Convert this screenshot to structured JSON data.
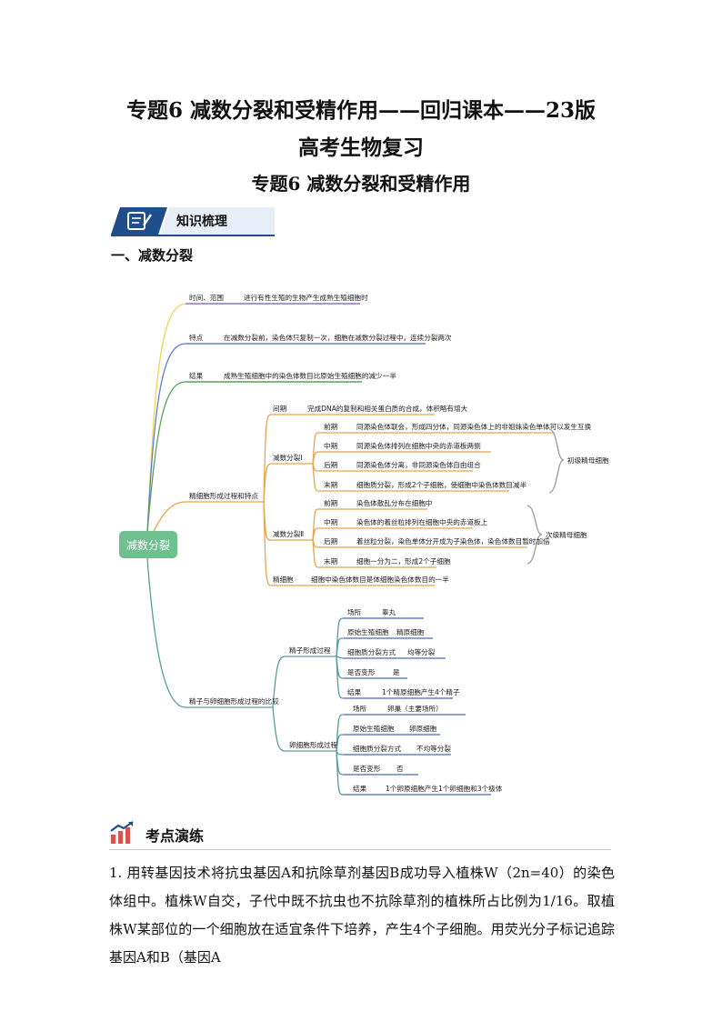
{
  "header": {
    "title_line1": "专题6 减数分裂和受精作用——回归课本——23版",
    "title_line2": "高考生物复习",
    "subtitle": "专题6 减数分裂和受精作用"
  },
  "banner": {
    "label": "知识梳理"
  },
  "section": {
    "heading": "一、减数分裂"
  },
  "mindmap": {
    "root": "减数分裂",
    "time_label": "时间、范围",
    "time_text": "进行有性生殖的生物产生成熟生殖细胞时",
    "feature_label": "特点",
    "feature_text": "在减数分裂前，染色体只复制一次，细胞在减数分裂过程中，连续分裂两次",
    "result_label": "结果",
    "result_text": "成熟生殖细胞中的染色体数目比原始生殖细胞的减少一半",
    "sperm_process_label": "精细胞形成过程和特点",
    "interphase_label": "间期",
    "interphase_text": "完成DNA的复制和相关蛋白质的合成，体积略有增大",
    "m1_label": "减数分裂Ⅰ",
    "m1": [
      {
        "phase": "前期",
        "text": "同源染色体联会，形成四分体，同源染色体上的非姐妹染色单体可以发生互换"
      },
      {
        "phase": "中期",
        "text": "同源染色体排列在细胞中央的赤道板两侧"
      },
      {
        "phase": "后期",
        "text": "同源染色体分离，非同源染色体自由组合"
      },
      {
        "phase": "末期",
        "text": "细胞质分裂，形成2个子细胞，使细胞中染色体数目减半"
      }
    ],
    "m1_cell": "初级精母细胞",
    "m2_label": "减数分裂Ⅱ",
    "m2": [
      {
        "phase": "前期",
        "text": "染色体散乱分布在细胞中"
      },
      {
        "phase": "中期",
        "text": "染色体的着丝粒排列在细胞中央的赤道板上"
      },
      {
        "phase": "后期",
        "text": "着丝粒分裂，染色单体分开成为子染色体，染色体数目暂时加倍"
      },
      {
        "phase": "末期",
        "text": "细胞一分为二，形成2个子细胞"
      }
    ],
    "m2_cell": "次级精母细胞",
    "spermatid_label": "精细胞",
    "spermatid_text": "细胞中染色体数目是体细胞染色体数目的一半",
    "compare_label": "精子与卵细胞形成过程的比较",
    "sperm_form_label": "精子形成过程",
    "sperm_form": [
      {
        "k": "场所",
        "v": "睾丸"
      },
      {
        "k": "原始生殖细胞",
        "v": "精原细胞"
      },
      {
        "k": "细胞质分裂方式",
        "v": "均等分裂"
      },
      {
        "k": "是否变形",
        "v": "是"
      },
      {
        "k": "结果",
        "v": "1个精原细胞产生4个精子"
      }
    ],
    "egg_form_label": "卵细胞形成过程",
    "egg_form": [
      {
        "k": "场所",
        "v": "卵巢（主要场所）"
      },
      {
        "k": "原始生殖细胞",
        "v": "卵原细胞"
      },
      {
        "k": "细胞质分裂方式",
        "v": "不均等分裂"
      },
      {
        "k": "是否变形",
        "v": "否"
      },
      {
        "k": "结果",
        "v": "1个卵原细胞产生1个卵细胞和3个极体"
      }
    ]
  },
  "exercise": {
    "heading": "考点演练",
    "question_1": "1. 用转基因技术将抗虫基因A和抗除草剂基因B成功导入植株W（2n=40）的染色体组中。植株W自交，子代中既不抗虫也不抗除草剂的植株所占比例为1/16。取植株W某部位的一个细胞放在适宜条件下培养，产生4个子细胞。用荧光分子标记追踪基因A和B（基因A"
  },
  "colors": {
    "root_fill": "#6fbf8f",
    "branch_yellow": "#f3d44a",
    "branch_blue": "#5a7fd6",
    "branch_green": "#5aa35a",
    "branch_orange": "#e8a44c",
    "branch_teal": "#5a9c9a",
    "underline_purple": "#7b55b0",
    "underline_blue": "#4a6ab8",
    "underline_green": "#3e8a3e",
    "banner_blue": "#1f4e8a"
  }
}
